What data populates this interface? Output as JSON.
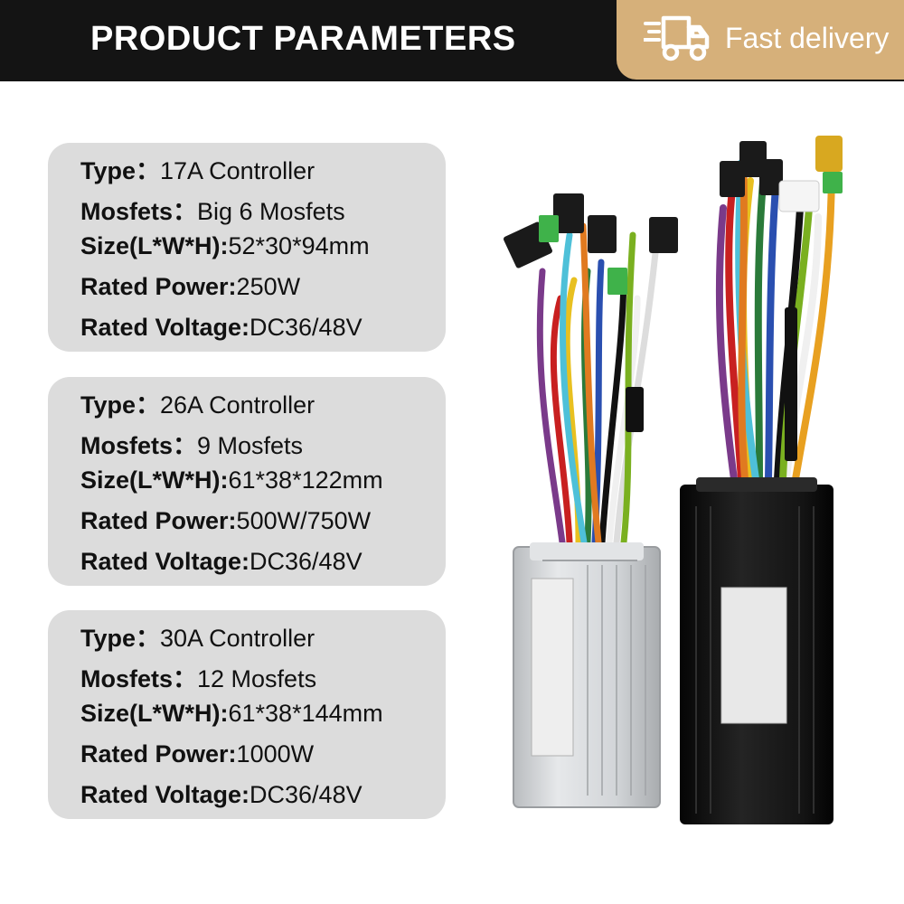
{
  "header": {
    "title": "PRODUCT PARAMETERS",
    "badge_text": "Fast delivery",
    "badge_icon": "delivery-truck-icon",
    "background_color": "#141414",
    "badge_color": "#d6b07a"
  },
  "specs": [
    {
      "type_label": "Type：",
      "type_value": "17A Controller",
      "mosfets_label": "Mosfets：",
      "mosfets_value": "Big 6 Mosfets",
      "size_label": "Size(L*W*H):",
      "size_value": "52*30*94mm",
      "power_label": "Rated Power:",
      "power_value": "250W",
      "voltage_label": "Rated Voltage:",
      "voltage_value": "DC36/48V"
    },
    {
      "type_label": "Type：",
      "type_value": "26A Controller",
      "mosfets_label": "Mosfets：",
      "mosfets_value": "9 Mosfets",
      "size_label": "Size(L*W*H):",
      "size_value": "61*38*122mm",
      "power_label": "Rated Power:",
      "power_value": "500W/750W",
      "voltage_label": "Rated Voltage:",
      "voltage_value": "DC36/48V"
    },
    {
      "type_label": "Type：",
      "type_value": "30A Controller",
      "mosfets_label": "Mosfets：",
      "mosfets_value": "12 Mosfets",
      "size_label": "Size(L*W*H):",
      "size_value": "61*38*144mm",
      "power_label": "Rated Power:",
      "power_value": "1000W",
      "voltage_label": "Rated Voltage:",
      "voltage_value": "DC36/48V"
    }
  ],
  "colors": {
    "card_background": "#dcdcdc",
    "silver_controller": "#d4d7da",
    "black_controller": "#1a1a1a"
  }
}
